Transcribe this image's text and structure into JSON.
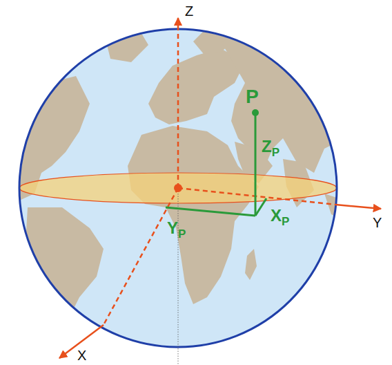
{
  "diagram": {
    "labels": [
      "Z",
      "Y",
      "X",
      "P",
      "ZP",
      "YP",
      "XP"
    ]
  }
}
